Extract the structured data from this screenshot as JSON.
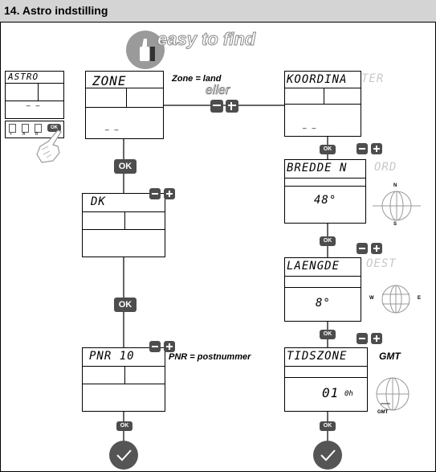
{
  "header": {
    "title": "14. Astro indstilling"
  },
  "brand": {
    "text": "easy to find",
    "color": "#999999"
  },
  "lcd": {
    "astro": "ASTRO",
    "zone": "ZONE",
    "koordinat": "KOORDINA",
    "koordinat_ghost": "TER",
    "dk": "DK",
    "pnr": "PNR  10",
    "bredde": "BREDDE N",
    "bredde_ghost": "ORD",
    "bredde_value": "48°",
    "laengde": "LAENGDE",
    "laengde_ghost": "OEST",
    "laengde_value": "8°",
    "tidszone": "TIDSZONE",
    "tidszone_value": "01",
    "tidszone_unit": "0h",
    "dash": "– –"
  },
  "labels": {
    "zone_eq": "Zone = land",
    "eller": "eller",
    "pnr_eq": "PNR = postnummer",
    "gmt": "GMT"
  },
  "buttons": {
    "ok": "OK"
  },
  "keypad": {
    "keys": [
      "+",
      "A",
      "B",
      "OK"
    ]
  },
  "globe": {
    "n": "N",
    "s": "S",
    "w": "W",
    "e": "E",
    "gmt": "GMT"
  },
  "colors": {
    "button": "#4d4d4d",
    "header": "#d4d4d4",
    "line": "#666666"
  }
}
